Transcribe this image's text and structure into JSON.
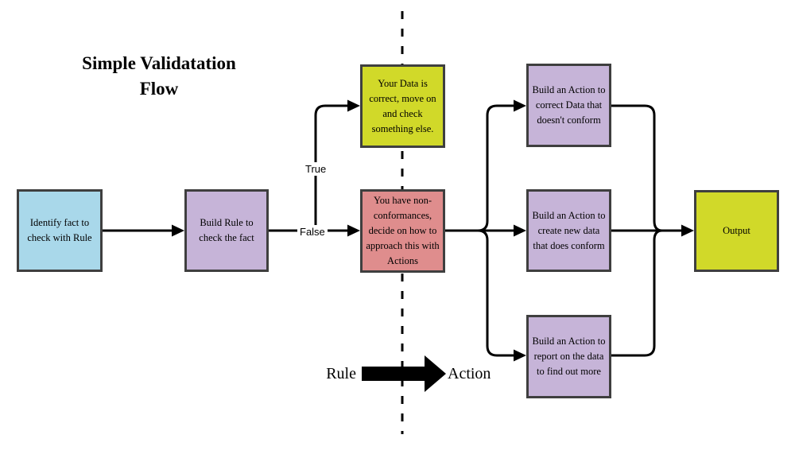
{
  "title": {
    "line1": "Simple Validatation",
    "line2": "Flow"
  },
  "nodes": [
    {
      "id": "identify-fact",
      "label": "Identify fact to check with Rule",
      "color": "#a9d8ea"
    },
    {
      "id": "build-rule",
      "label": "Build Rule to check the fact",
      "color": "#c6b4d8"
    },
    {
      "id": "data-correct",
      "label": "Your Data is correct, move on and check something else.",
      "color": "#d1d929"
    },
    {
      "id": "non-conformances",
      "label": "You have non-conformances, decide on how to approach this with Actions",
      "color": "#df8d8d"
    },
    {
      "id": "action-correct",
      "label": "Build an Action to correct Data that doesn't conform",
      "color": "#c6b4d8"
    },
    {
      "id": "action-create",
      "label": "Build an Action to create new data that does conform",
      "color": "#c6b4d8"
    },
    {
      "id": "action-report",
      "label": "Build an Action to report on the data to find out more",
      "color": "#c6b4d8"
    },
    {
      "id": "output",
      "label": "Output",
      "color": "#d1d929"
    }
  ],
  "edge_labels": {
    "true_branch": "True",
    "false_branch": "False"
  },
  "legend": {
    "left": "Rule",
    "right": "Action"
  },
  "colors": {
    "line": "#000000",
    "node_border": "#3f3f3f",
    "background": "#ffffff"
  }
}
